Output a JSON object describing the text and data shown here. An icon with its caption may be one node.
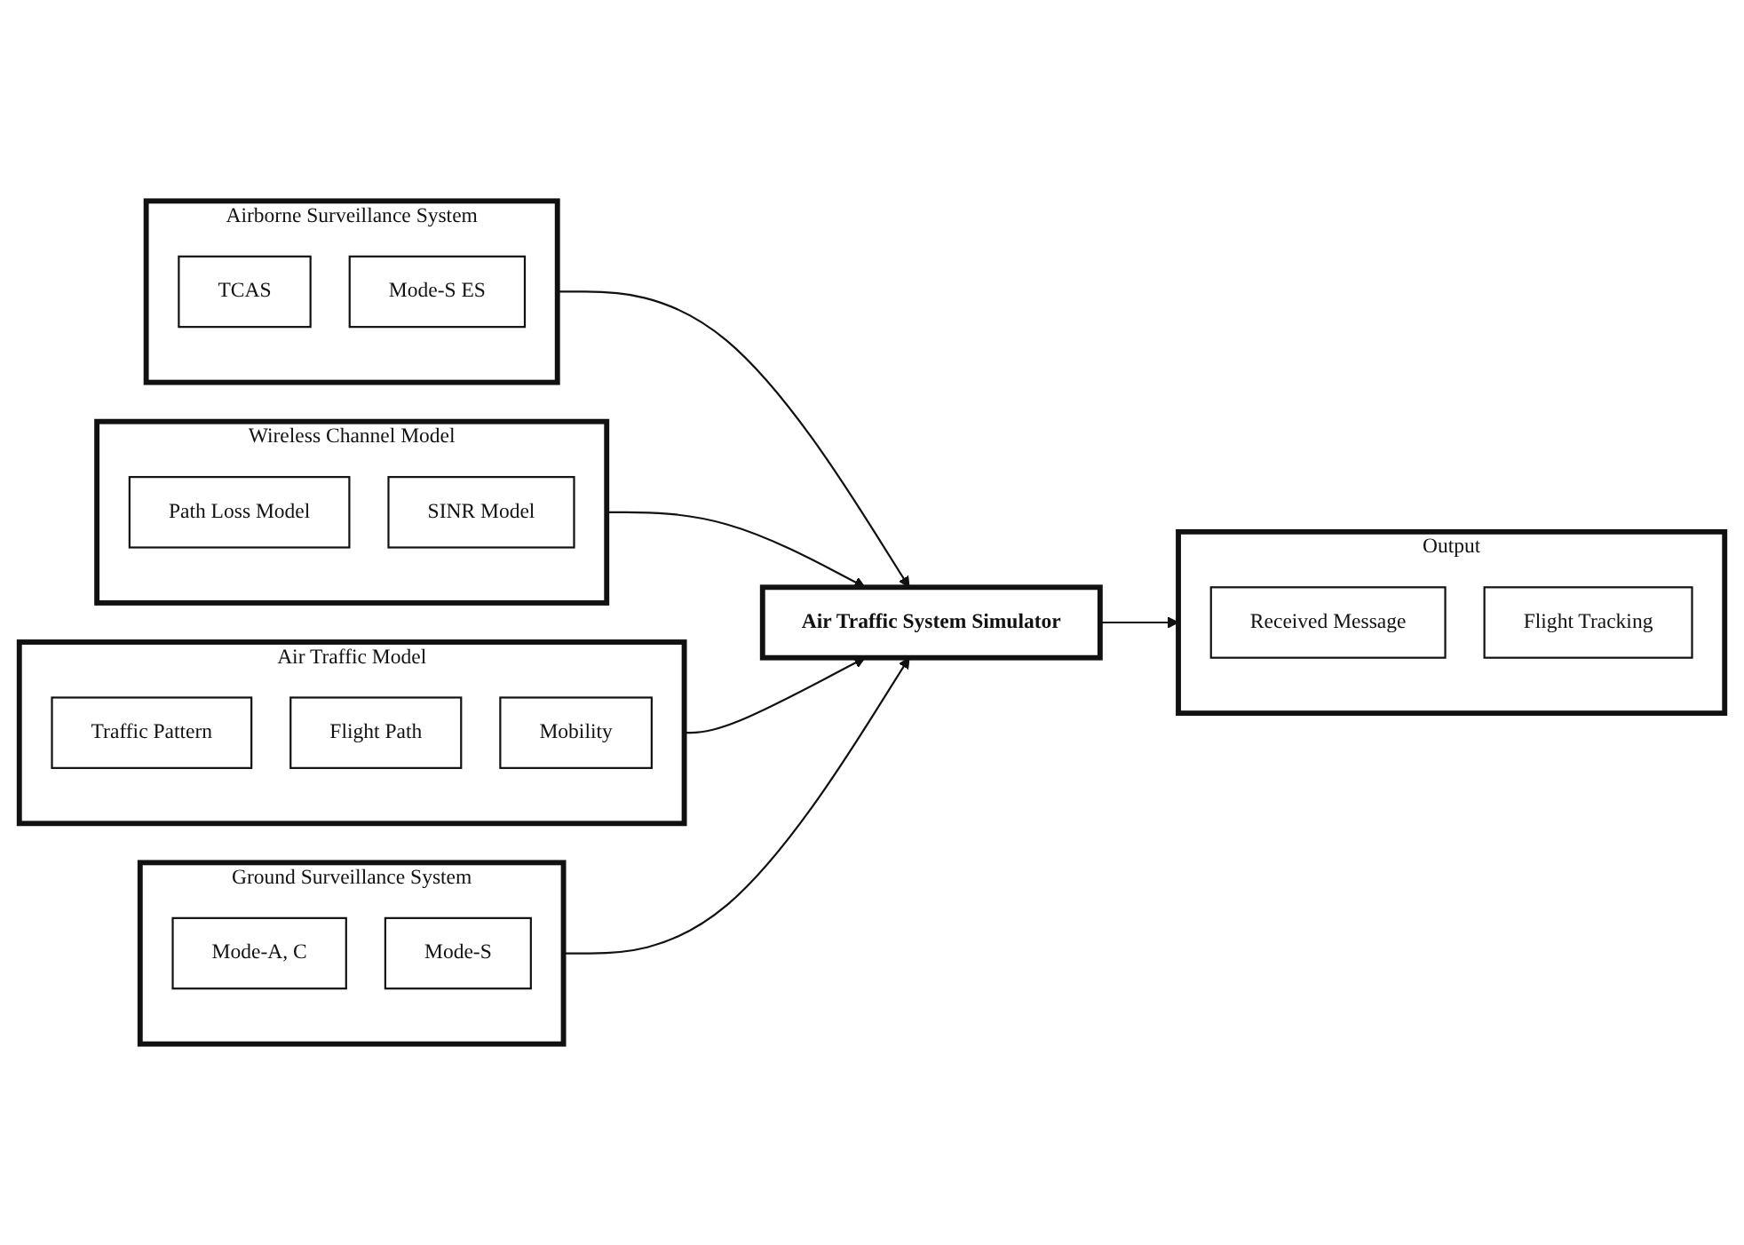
{
  "diagram": {
    "nodes": [
      {
        "text": [
          "Wireless Channel Model"
        ]
      },
      {
        "text": [
          "Path Loss Model"
        ],
        "in": 0
      },
      {
        "text": [
          "SINR Model"
        ],
        "in": 0
      },
      {
        "text": [
          "Air Traffic Model"
        ]
      },
      {
        "text": [
          "Traffic Pattern"
        ],
        "in": 3
      },
      {
        "text": [
          "Flight Path"
        ],
        "in": 3
      },
      {
        "text": [
          "Mobility"
        ],
        "in": 3
      },
      {
        "text": [
          "Airborne Surveillance System"
        ]
      },
      {
        "text": [
          "TCAS"
        ],
        "in": 7
      },
      {
        "text": [
          "Mode-S ES"
        ],
        "in": 7
      },
      {
        "text": [
          "Air Traffic System Simulator"
        ]
      },
      {
        "text": [
          "Output"
        ]
      },
      {
        "text": [
          "Received Message"
        ],
        "in": 11
      },
      {
        "text": [
          "Flight Tracking"
        ],
        "in": 11
      },
      {
        "text": [
          "Ground Surveillance System"
        ]
      },
      {
        "text": [
          "Mode-A, C"
        ],
        "in": 14
      },
      {
        "text": [
          "Mode-S"
        ],
        "in": 14
      }
    ],
    "edges": [
      {
        "from": 7,
        "to": 10,
        "arrow": "to"
      },
      {
        "from": 0,
        "to": 10,
        "arrow": "to"
      },
      {
        "from": 10,
        "to": 11,
        "arrow": "to"
      },
      {
        "from": 3,
        "to": 10,
        "arrow": "to"
      },
      {
        "from": 14,
        "to": 10,
        "arrow": "to"
      }
    ]
  }
}
